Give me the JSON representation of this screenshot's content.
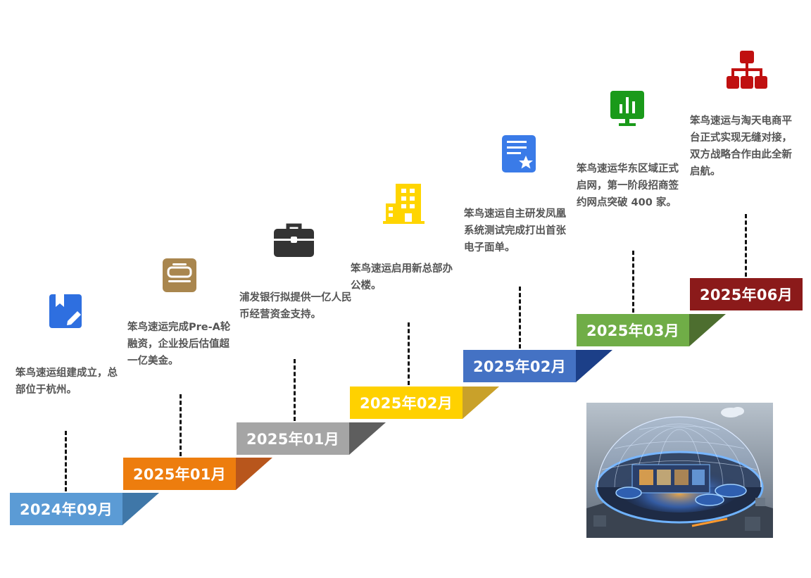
{
  "colors": {
    "step1": "#5b9bd5",
    "step1_fold": "#3f77a8",
    "step2": "#ed7d0e",
    "step2_fold": "#b8561c",
    "step3": "#a5a5a5",
    "step3_fold": "#5e5e5e",
    "step4": "#ffd100",
    "step4_fold": "#c9a12a",
    "step5": "#4472c4",
    "step5_fold": "#1c3f88",
    "step6": "#70ad47",
    "step6_fold": "#4d6e2f",
    "step7": "#8b1a1a",
    "step7_fold": "#5e5e5e"
  },
  "milestones": [
    {
      "date": "2024年09月",
      "text": "笨鸟速运组建成立，总部位于杭州。",
      "icon": "bookmark-edit-icon"
    },
    {
      "date": "2025年01月",
      "text": "笨鸟速运完成Pre-A轮融资，企业投后估值超一亿美金。",
      "icon": "document-lines-icon"
    },
    {
      "date": "2025年01月",
      "text": "浦发银行拟提供一亿人民币经营资金支持。",
      "icon": "briefcase-icon"
    },
    {
      "date": "2025年02月",
      "text": "笨鸟速运启用新总部办公楼。",
      "icon": "building-icon"
    },
    {
      "date": "2025年02月",
      "text": "笨鸟速运自主研发凤凰系统测试完成打出首张电子面单。",
      "icon": "document-star-icon"
    },
    {
      "date": "2025年03月",
      "text": "笨鸟速运华东区域正式启网，第一阶段招商签约网点突破 400 家。",
      "icon": "monitor-chart-icon"
    },
    {
      "date": "2025年06月",
      "text": "笨鸟速运与淘天电商平台正式实现无缝对接，双方战略合作由此全新启航。",
      "icon": "org-network-icon"
    }
  ]
}
